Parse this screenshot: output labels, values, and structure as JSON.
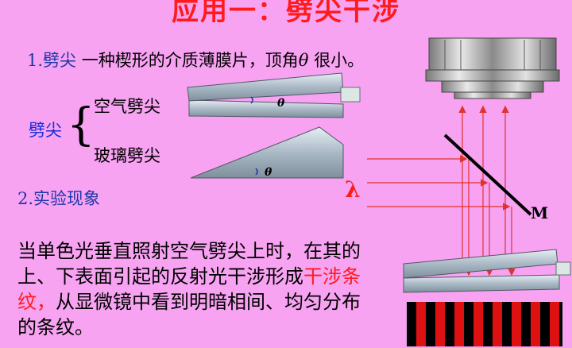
{
  "title": "应用一：劈尖干涉",
  "item1": {
    "number": "1.",
    "term": "劈尖",
    "definition": "一种楔形的介质薄膜片，顶角",
    "theta": "θ",
    "tail": "很小。"
  },
  "group_label": "劈尖",
  "types": [
    "空气劈尖",
    "玻璃劈尖"
  ],
  "item2": "2.实验现象",
  "lambda": "λ",
  "mirror_label": "M",
  "paragraph": {
    "part1": "当单色光垂直照射空气劈尖上时，在其的上、下表面引起的反射光干涉形成",
    "highlight": "干涉条纹，",
    "part2": "从显微镜中看到明暗相间、均匀分布的条纹。"
  },
  "colors": {
    "background": "#f7a3f2",
    "title": "#ff1b1b",
    "blue": "#2036a8",
    "wedge_fill": "#9fb3c4"
  }
}
